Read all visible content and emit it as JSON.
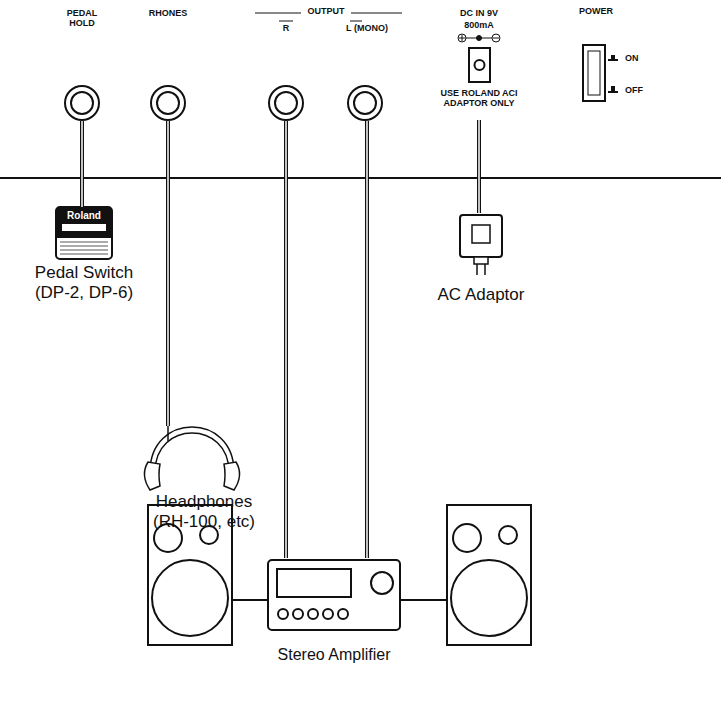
{
  "diagram": {
    "nodes": [
      {
        "text": [
          "PEDAL HOLD"
        ]
      },
      {
        "text": [
          "RHONES"
        ]
      },
      {
        "text": [
          "R"
        ]
      },
      {
        "text": [
          "L (MONO)"
        ]
      },
      {
        "text": [
          "DC IN 9V",
          "800mA",
          "USE ROLAND ACI ADAPTOR ONLY"
        ]
      },
      {
        "text": [
          "Roland",
          "Pedal Switch (DP-2, DP-6)"
        ]
      },
      {
        "text": [
          "Headphones (RH-100, etc)"
        ]
      },
      {
        "text": [
          "AC Adaptor"
        ]
      },
      {
        "text": [
          "Stereo Amplifier"
        ]
      }
    ],
    "edges": [
      {
        "from": 0,
        "to": 5,
        "arrow": "none"
      },
      {
        "from": 1,
        "to": 6,
        "arrow": "none"
      },
      {
        "from": 2,
        "to": 8,
        "arrow": "none"
      },
      {
        "from": 3,
        "to": 8,
        "arrow": "none"
      },
      {
        "from": 4,
        "to": 7,
        "arrow": "none"
      }
    ],
    "labels": [
      "OUTPUT",
      "POWER",
      "ON",
      "OFF"
    ]
  }
}
